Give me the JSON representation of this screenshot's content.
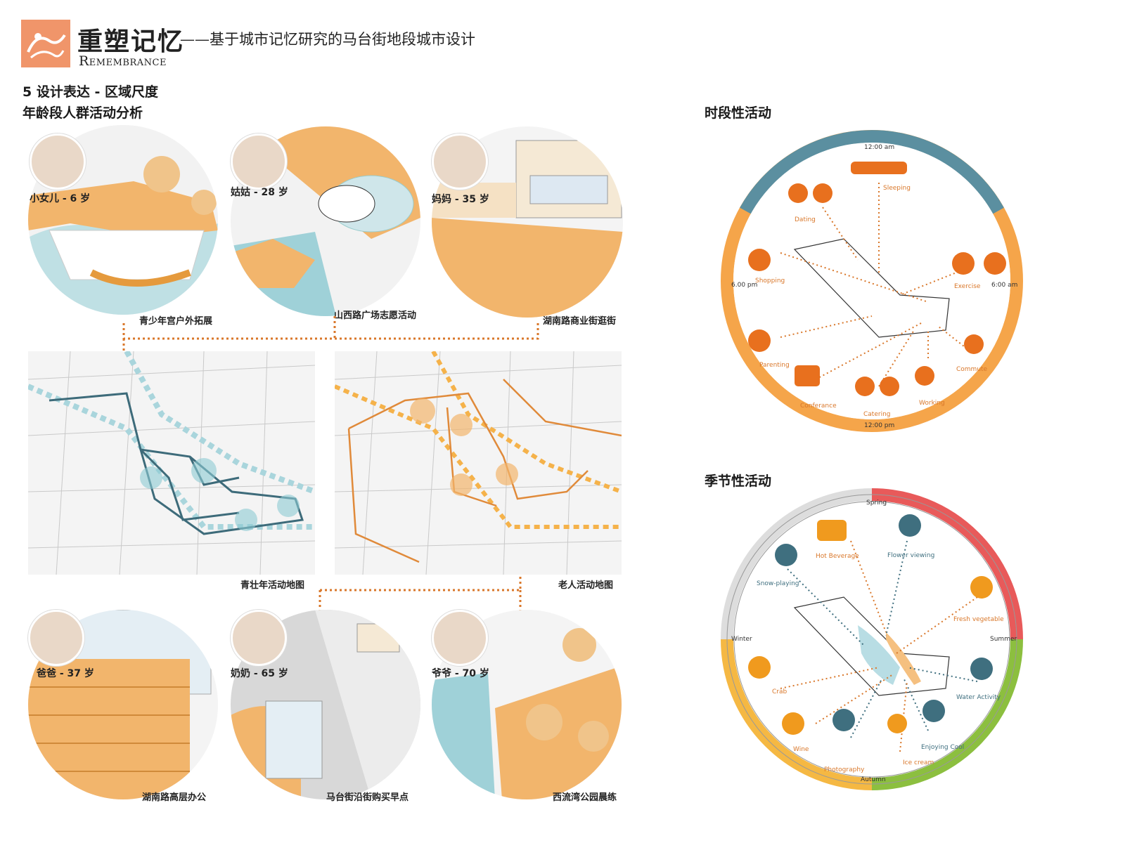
{
  "header": {
    "title": "重塑记忆",
    "subtitle": "——基于城市记忆研究的马台街地段城市设计",
    "title_en": "Remembrance"
  },
  "section": {
    "title": "5 设计表达 - 区域尺度",
    "subtitle": "年龄段人群活动分析"
  },
  "people_top": [
    {
      "label": "小女儿 - 6 岁",
      "caption": "青少年宫户外拓展"
    },
    {
      "label": "姑姑 - 28 岁",
      "caption": "山西路广场志愿活动"
    },
    {
      "label": "妈妈 - 35 岁",
      "caption": "湖南路商业街逛街"
    }
  ],
  "maps": [
    {
      "caption": "青壮年活动地图"
    },
    {
      "caption": "老人活动地图"
    }
  ],
  "people_bottom": [
    {
      "label": "爸爸 - 37 岁",
      "caption": "湖南路高层办公"
    },
    {
      "label": "奶奶 - 65 岁",
      "caption": "马台街沿街购买早点"
    },
    {
      "label": "爷爷 - 70 岁",
      "caption": "西流湾公园晨练"
    }
  ],
  "time_wheel": {
    "title": "时段性活动",
    "ticks": {
      "top": "12:00 am",
      "right": "6:00 am",
      "bottom": "12:00 pm",
      "left": "6.00 pm"
    },
    "activities": [
      "Sleeping",
      "Dating",
      "Shopping",
      "Exercise",
      "Parenting",
      "Commute",
      "Conferance",
      "Catering",
      "Working"
    ],
    "colors": {
      "night": "#5b8fa0",
      "day": "#f5a54a",
      "icon": "#e8701e"
    }
  },
  "season_wheel": {
    "title": "季节性活动",
    "seasons": {
      "top": "Spring",
      "right": "Summer",
      "bottom": "Autumn",
      "left": "Winter"
    },
    "activities": [
      "Hot Beverage",
      "Flower viewing",
      "Snow-playing",
      "Fresh vegetable",
      "Crab",
      "Water Activity",
      "Wine",
      "Photography",
      "Enjoying Cool",
      "Ice cream"
    ],
    "colors": {
      "spring": "#e85a5a",
      "summer": "#8cbf3f",
      "autumn": "#f5b843",
      "winter": "#ffffff",
      "warm": "#f09a1e",
      "cool": "#3f6f7f"
    }
  }
}
